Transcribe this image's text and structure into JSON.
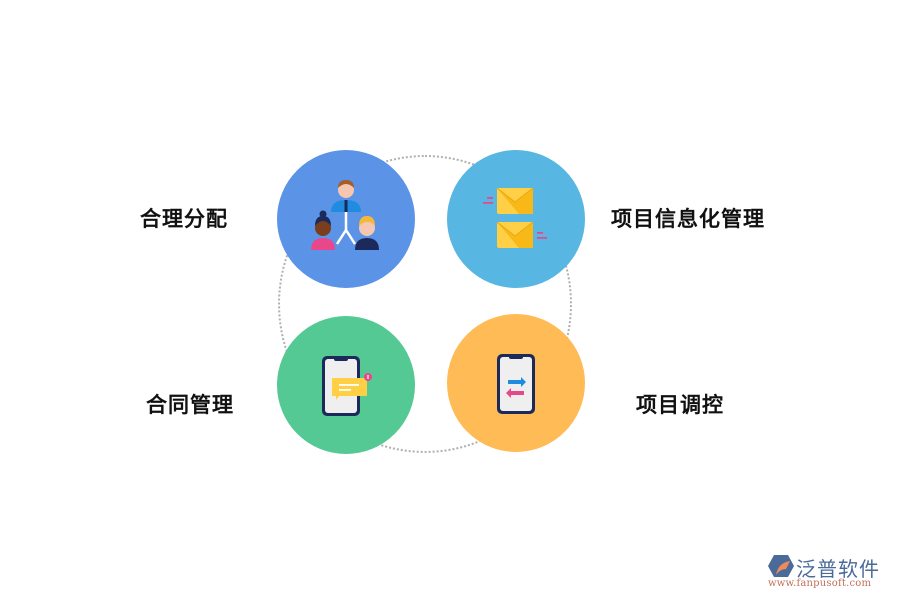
{
  "diagram": {
    "items": [
      {
        "label": "合理分配",
        "icon": "people-hierarchy-icon",
        "color": "#5b94e6"
      },
      {
        "label": "项目信息化管理",
        "icon": "envelopes-icon",
        "color": "#58b6e3"
      },
      {
        "label": "合同管理",
        "icon": "phone-message-icon",
        "color": "#55c994"
      },
      {
        "label": "项目调控",
        "icon": "phone-transfer-icon",
        "color": "#ffbb55"
      }
    ]
  },
  "logo": {
    "name": "泛普软件",
    "url": "www.fanpusoft.com"
  }
}
